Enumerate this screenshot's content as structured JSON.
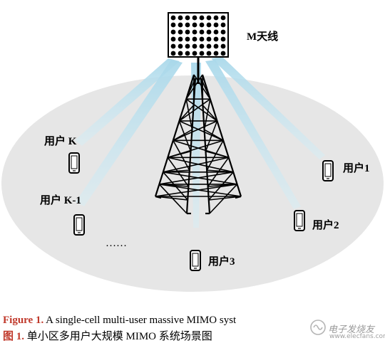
{
  "diagram": {
    "antenna_label": "M天线",
    "users": [
      {
        "id": "user-k",
        "label": "用户 K"
      },
      {
        "id": "user-k-1",
        "label": "用户 K-1"
      },
      {
        "id": "user-1",
        "label": "用户1"
      },
      {
        "id": "user-2",
        "label": "用户2"
      },
      {
        "id": "user-3",
        "label": "用户3"
      }
    ],
    "ellipsis": "……"
  },
  "caption": {
    "en_prefix": "Figure 1.",
    "en_text": " A single-cell multi-user massive MIMO syst",
    "zh_prefix": "图 1.",
    "zh_text": " 单小区多用户大规模 MIMO 系统场景图"
  },
  "watermark": {
    "text": "电子发烧友",
    "url": "www.elecfans.com"
  },
  "colors": {
    "ellipse": "#e6e6e6",
    "beam": "#bfe3ef",
    "antenna": "#000000",
    "figure_label": "#c0392b"
  }
}
